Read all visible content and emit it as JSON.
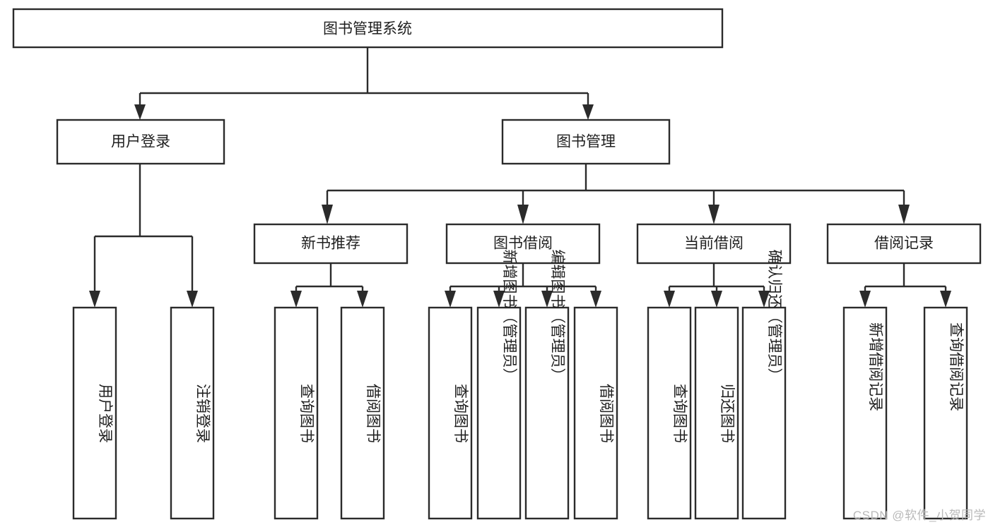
{
  "diagram": {
    "type": "hierarchy-tree",
    "title": "图书管理系统",
    "watermark": "CSDN @软件_小贺同学",
    "colors": {
      "background": "#ffffff",
      "box_fill": "#ffffff",
      "box_stroke": "#2b2b2b",
      "text": "#1f1f1f",
      "watermark": "#b9b9b9"
    },
    "levels": {
      "root": {
        "label": "图书管理系统"
      },
      "level2": [
        {
          "label": "用户登录"
        },
        {
          "label": "图书管理"
        }
      ],
      "level3": [
        {
          "label": "新书推荐"
        },
        {
          "label": "图书借阅"
        },
        {
          "label": "当前借阅"
        },
        {
          "label": "借阅记录"
        }
      ],
      "leaves": [
        {
          "label": "用户登录",
          "parent": "用户登录"
        },
        {
          "label": "注销登录",
          "parent": "用户登录"
        },
        {
          "label": "查询图书",
          "parent": "新书推荐"
        },
        {
          "label": "借阅图书",
          "parent": "新书推荐"
        },
        {
          "label": "查询图书",
          "parent": "图书借阅"
        },
        {
          "label": "新增图书（管理员）",
          "parent": "图书借阅"
        },
        {
          "label": "编辑图书（管理员）",
          "parent": "图书借阅"
        },
        {
          "label": "借阅图书",
          "parent": "图书借阅"
        },
        {
          "label": "查询图书",
          "parent": "当前借阅"
        },
        {
          "label": "归还图书",
          "parent": "当前借阅"
        },
        {
          "label": "确认归还（管理员）",
          "parent": "当前借阅"
        },
        {
          "label": "新增借阅记录",
          "parent": "借阅记录"
        },
        {
          "label": "查询借阅记录",
          "parent": "借阅记录"
        }
      ]
    }
  }
}
